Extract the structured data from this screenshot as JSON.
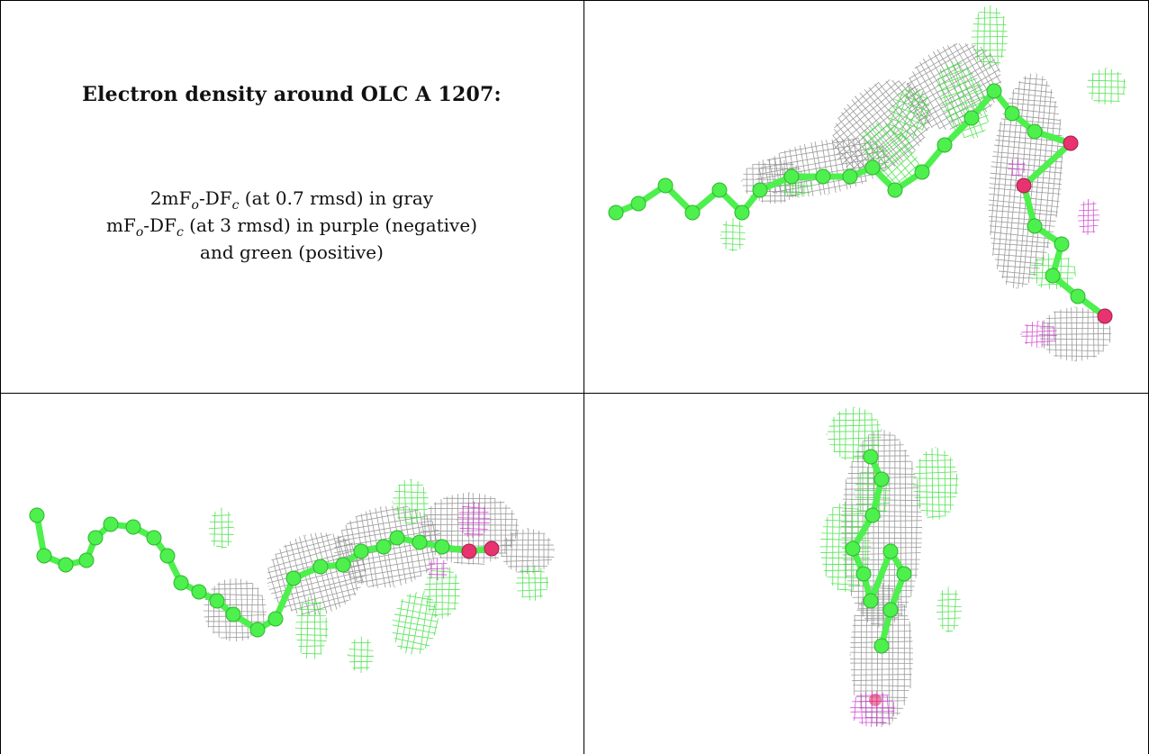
{
  "caption": {
    "title": "Electron density around OLC A 1207:",
    "line1": {
      "a": "2mF",
      "sub1": "o",
      "b": "-DF",
      "sub2": "c",
      "rest": " (at 0.7 rmsd) in gray"
    },
    "line2": {
      "a": "mF",
      "sub1": "o",
      "b": "-DF",
      "sub2": "c",
      "rest": " (at 3 rmsd) in purple (negative)"
    },
    "line3": "and green (positive)"
  },
  "colors": {
    "ligand_carbon": "#4df04d",
    "ligand_oxygen": "#e8336f",
    "map_2fofc": "#8a8a8a",
    "map_positive": "#33e033",
    "map_negative": "#cc33cc"
  },
  "panels": [
    {
      "name": "view-top-right"
    },
    {
      "name": "view-bottom-left"
    },
    {
      "name": "view-bottom-right"
    }
  ]
}
